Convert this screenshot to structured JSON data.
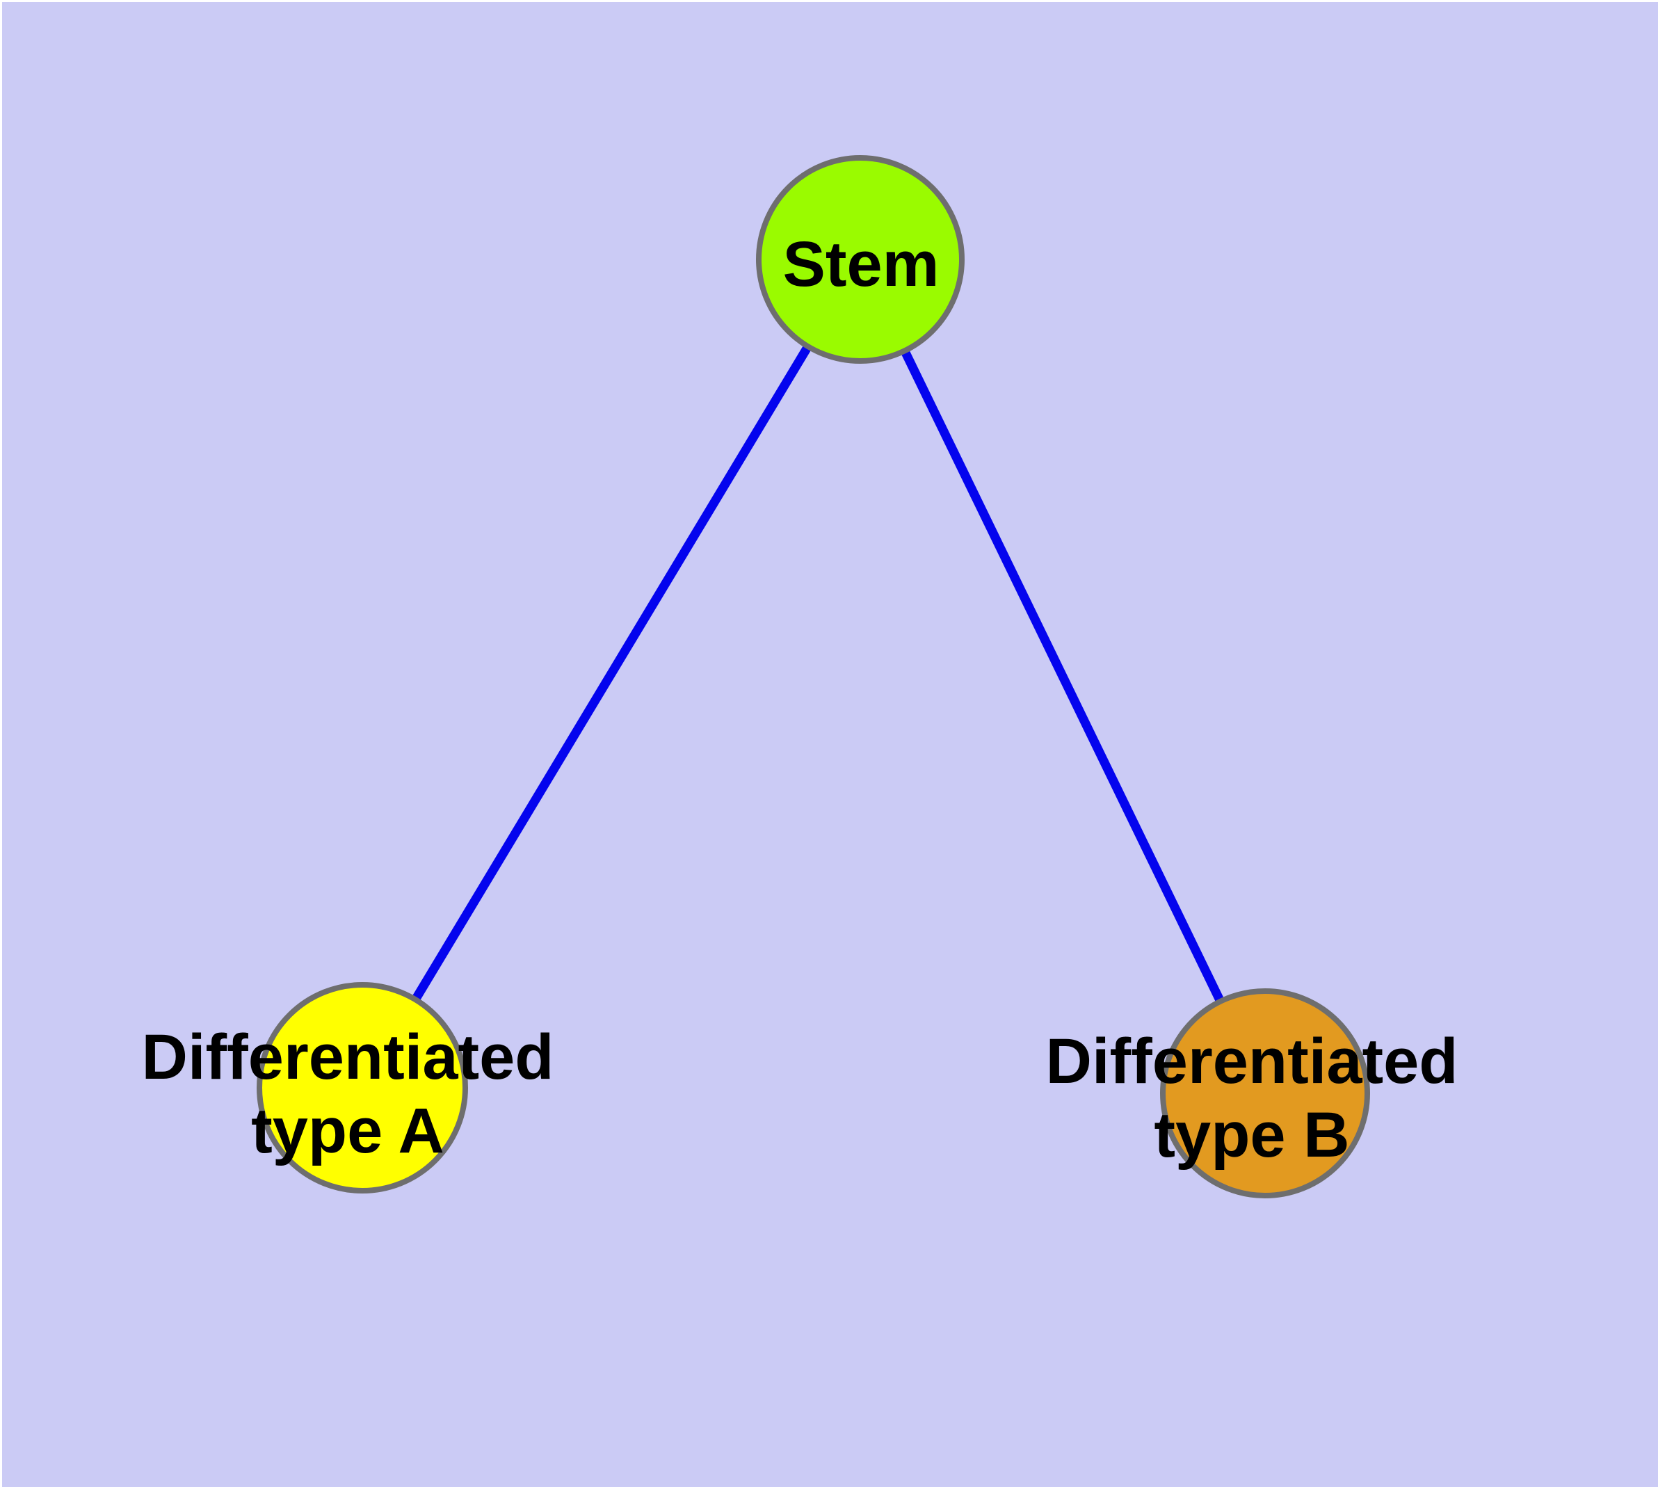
{
  "diagram": {
    "background_color": "#CBCBF5",
    "page_margin_color": "#FFFFFF",
    "edge_color": "#0404EE",
    "node_border_color": "#6E6E6E",
    "text_color": "#000000",
    "nodes": {
      "stem": {
        "id": "stem",
        "label": "Stem",
        "fill": "#9AFB00"
      },
      "type_a": {
        "id": "type_a",
        "label_line1": "Differentiated",
        "label_line2": "type A",
        "fill": "#FFFF00"
      },
      "type_b": {
        "id": "type_b",
        "label_line1": "Differentiated",
        "label_line2": "type B",
        "fill": "#E29A20"
      }
    },
    "edges": [
      {
        "from": "stem",
        "to": "type_a"
      },
      {
        "from": "stem",
        "to": "type_b"
      }
    ]
  }
}
